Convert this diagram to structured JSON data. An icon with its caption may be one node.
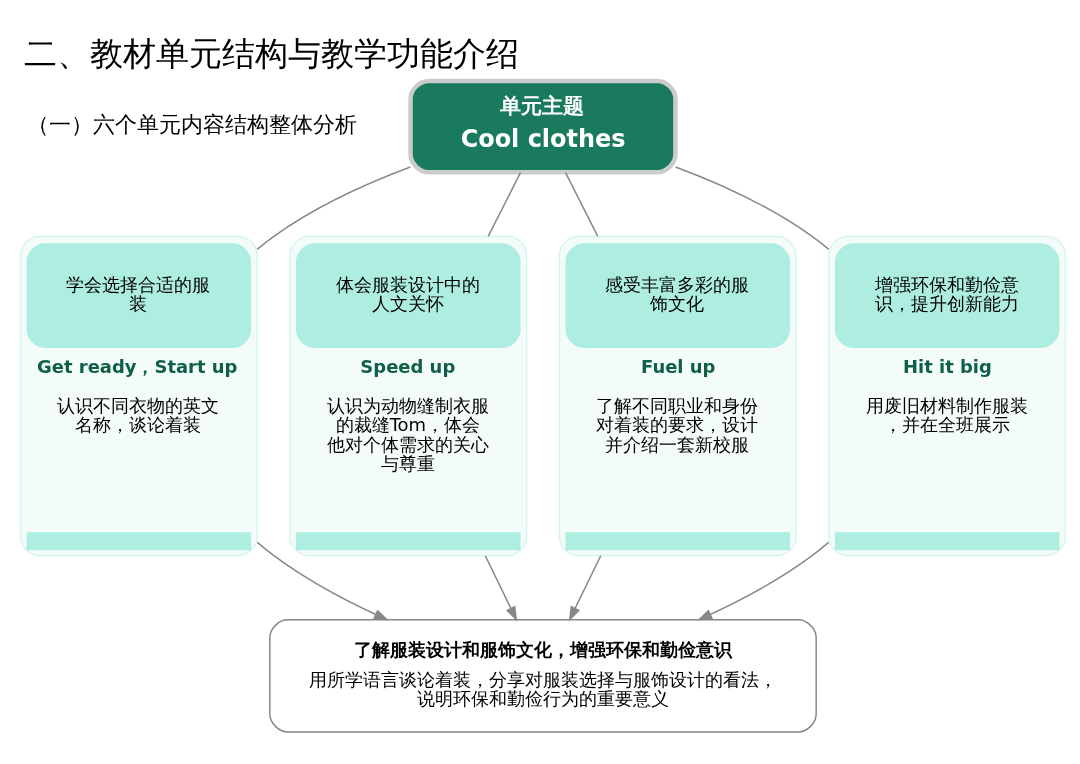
{
  "diagram": {
    "title": "二、教材单元结构与教学功能介绍",
    "nodes": [
      {
        "text": [
          "单元主题",
          "Cool clothes"
        ]
      },
      {
        "text": [
          "学会选择合适的服装",
          "Get ready，Start up",
          "认识不同衣物的英文名称，谈论着装"
        ]
      },
      {
        "text": [
          "体会服装设计中的人文关怀",
          "Speed up",
          "认识为动物缝制衣服的裁缝Tom，体会他对个体需求的关心与尊重"
        ]
      },
      {
        "text": [
          "感受丰富多彩的服饰文化",
          "Fuel up",
          "了解不同职业和身份对着装的要求，设计并介绍一套新校服"
        ]
      },
      {
        "text": [
          "增强环保和勤俭意识，提升创新能力",
          "Hit it big",
          "用废旧材料制作服装，并在全班展示"
        ]
      },
      {
        "text": [
          "了解服装设计和服饰文化，增强环保和勤俭意识",
          "用所学语言谈论着装，分享对服装选择与服饰设计的看法，说明环保和勤俭行为的重要意义"
        ]
      }
    ],
    "edges": [
      {
        "from": 0,
        "to": 1,
        "arrow": "none"
      },
      {
        "from": 0,
        "to": 2,
        "arrow": "none"
      },
      {
        "from": 0,
        "to": 3,
        "arrow": "none"
      },
      {
        "from": 0,
        "to": 4,
        "arrow": "none"
      },
      {
        "from": 1,
        "to": 5,
        "arrow": "to"
      },
      {
        "from": 2,
        "to": 5,
        "arrow": "to"
      },
      {
        "from": 3,
        "to": 5,
        "arrow": "to"
      },
      {
        "from": 4,
        "to": 5,
        "arrow": "to"
      }
    ],
    "labels": [
      "（一）六个单元内容结构整体分析"
    ]
  }
}
